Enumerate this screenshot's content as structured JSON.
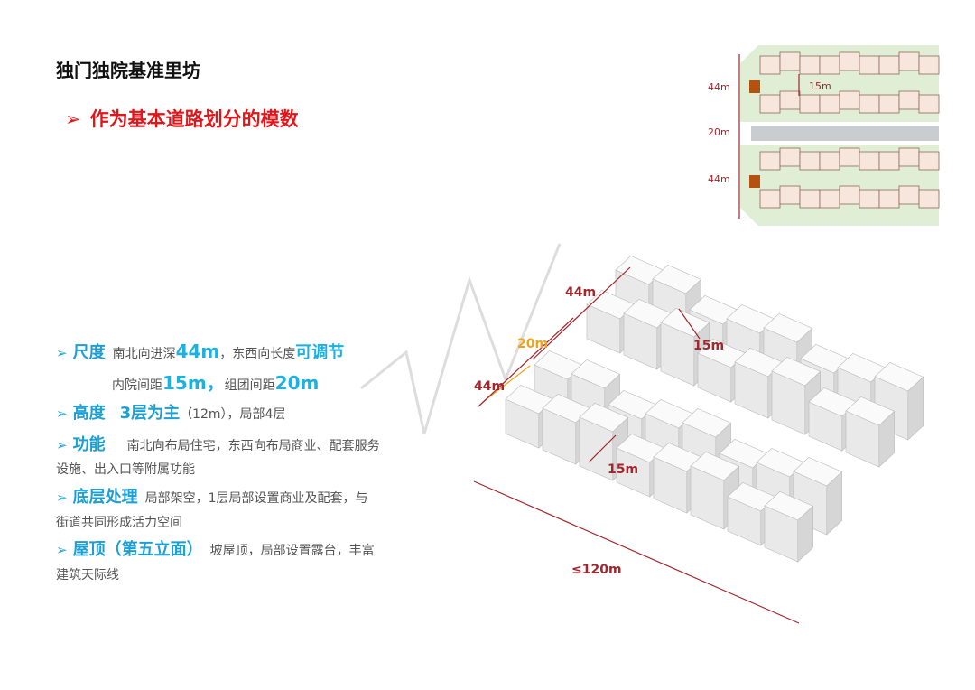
{
  "title": "独门独院基准里坊",
  "subtitle": {
    "arrow": "➢",
    "text": "作为基本道路划分的模数"
  },
  "bullets": [
    {
      "arrow": "➢",
      "heading": "尺度",
      "t1": "南北向进深",
      "v1": "44m",
      "t2": "，东西向长度",
      "v2": "可调节",
      "line2": {
        "t1": "内院间距",
        "v1": "15m，",
        "t2": "组团间距",
        "v2": "20m"
      }
    },
    {
      "arrow": "➢",
      "heading": "高度",
      "v1": "3层为主",
      "t1": "（12m），局部4层"
    },
    {
      "arrow": "➢",
      "heading": "功能",
      "t1": "南北向布局住宅，东西向布局商业、配套服务",
      "cont": "设施、出入口等附属功能"
    },
    {
      "arrow": "➢",
      "heading": "底层处理",
      "t1": "局部架空，1层局部设置商业及配套，与",
      "cont": "街道共同形成活力空间"
    },
    {
      "arrow": "➢",
      "heading": "屋顶（第五立面）",
      "t1": "坡屋顶，局部设置露台，丰富",
      "cont": "建筑天际线"
    }
  ],
  "plan": {
    "top": "44m",
    "gap": "20m",
    "bottom": "44m",
    "inner": "15m"
  },
  "model": {
    "top44": "44m",
    "gap20": "20m",
    "low44": "44m",
    "inner_top": "15m",
    "inner_low": "15m",
    "length": "≤120m"
  },
  "colors": {
    "red": "#e0161b",
    "blue": "#1e9fd4",
    "dim": "#a3262c",
    "orange": "#f0a21c"
  }
}
